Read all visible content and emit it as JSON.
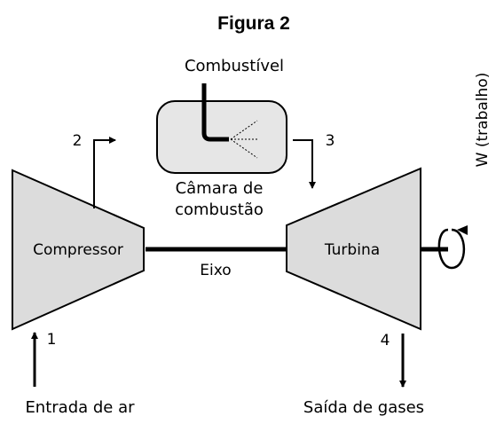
{
  "figure": {
    "title": "Figura 2",
    "labels": {
      "fuel": "Combustível",
      "chamber_line1": "Câmara de",
      "chamber_line2": "combustão",
      "compressor": "Compressor",
      "turbine": "Turbina",
      "shaft": "Eixo",
      "work": "W (trabalho)",
      "air_inlet": "Entrada de ar",
      "gas_outlet": "Saída de gases"
    },
    "stations": [
      "1",
      "2",
      "3",
      "4"
    ]
  },
  "colors": {
    "component_fill": "#dcdcdc",
    "stroke": "#000000",
    "background": "#ffffff"
  }
}
